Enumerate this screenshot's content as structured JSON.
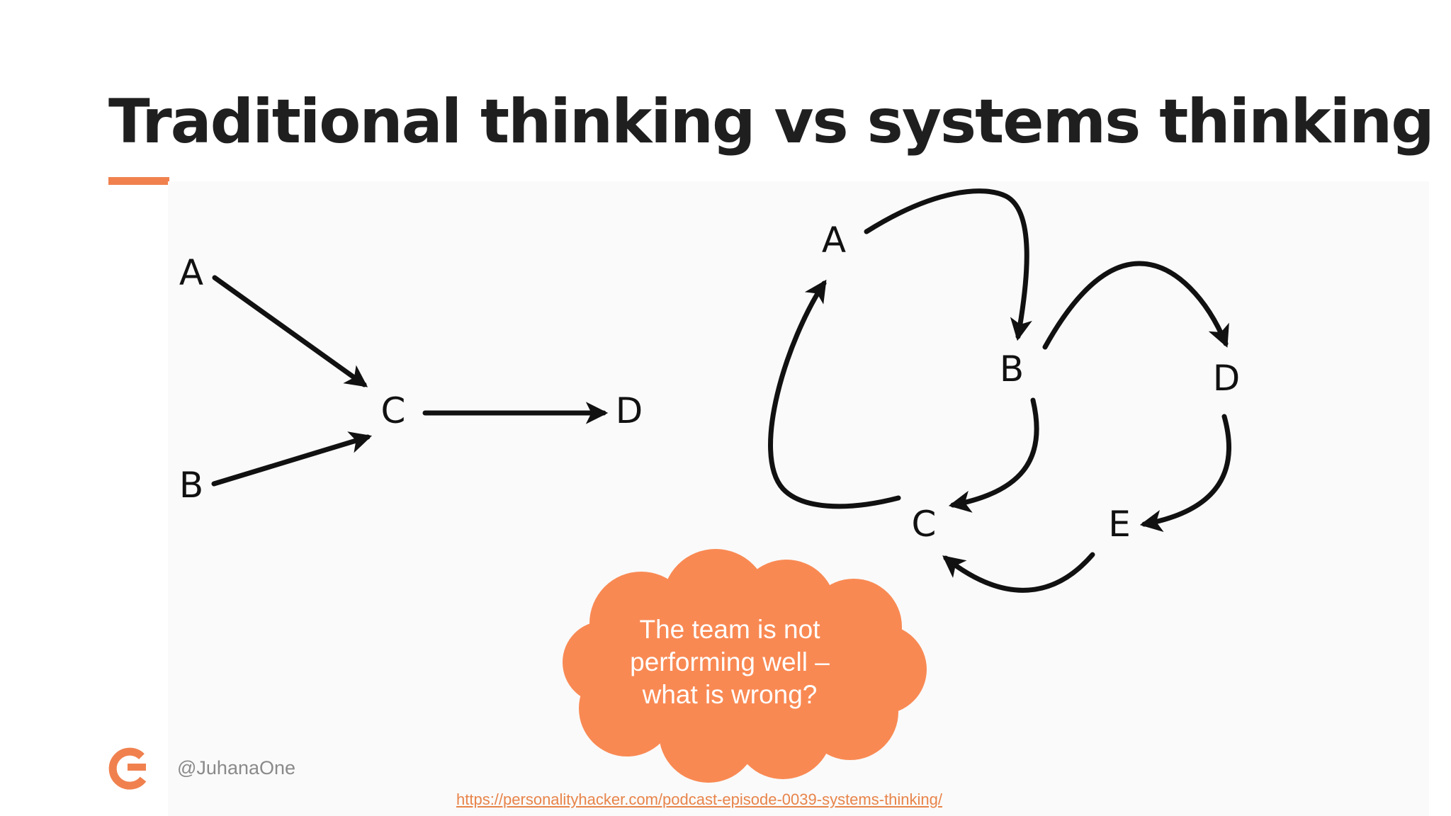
{
  "slide": {
    "title": "Traditional thinking vs systems thinking",
    "accent_color": "#f0814f"
  },
  "traditional_diagram": {
    "nodes": [
      "A",
      "B",
      "C",
      "D"
    ]
  },
  "systems_diagram": {
    "nodes": [
      "A",
      "B",
      "C",
      "D",
      "E"
    ]
  },
  "callout": {
    "lines": [
      "The team is not",
      "performing well –",
      "what is wrong?"
    ],
    "color": "#f98953"
  },
  "footer": {
    "logo_icon": "g-logo-icon",
    "handle": "@JuhanaOne",
    "source_url": "https://personalityhacker.com/podcast-episode-0039-systems-thinking/"
  }
}
